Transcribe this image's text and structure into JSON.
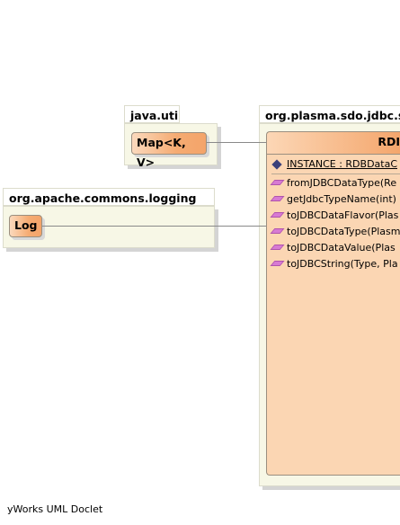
{
  "packages": {
    "java_util": {
      "name": "java.util",
      "classes": [
        "Map<K, V>"
      ]
    },
    "commons_logging": {
      "name": "org.apache.commons.logging",
      "classes": [
        "Log"
      ]
    },
    "jdbc": {
      "name": "org.plasma.sdo.jdbc.s",
      "class_title": "RDI",
      "field": "INSTANCE : RDBDataC",
      "methods": [
        "fromJDBCDataType(Re",
        "getJdbcTypeName(int)",
        "toJDBCDataFlavor(Plas",
        "toJDBCDataType(Plasm",
        "toJDBCDataValue(Plas",
        "toJDBCString(Type, Pla"
      ]
    }
  },
  "footer": "yWorks UML Doclet"
}
